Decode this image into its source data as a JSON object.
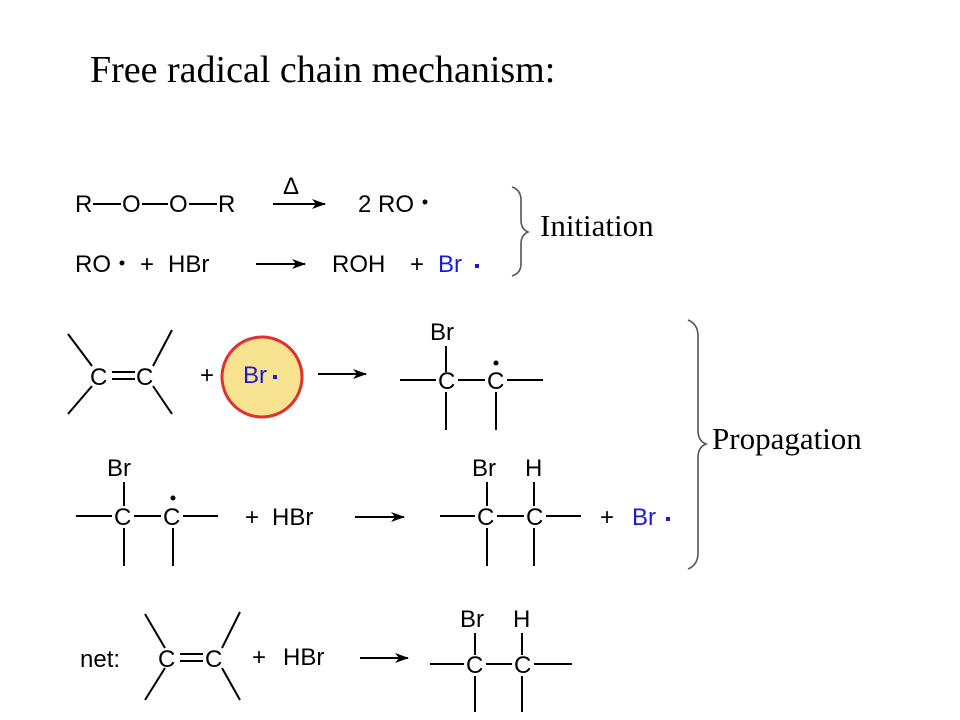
{
  "title": "Free radical chain mechanism:",
  "colors": {
    "text": "#000000",
    "radical_blue": "#1a1ad8",
    "highlight_fill": "#f7e38f",
    "highlight_stroke": "#e03030"
  },
  "labels": {
    "initiation": "Initiation",
    "propagation": "Propagation"
  },
  "initiation": {
    "step1": {
      "r1": "R",
      "o1": "O",
      "o2": "O",
      "r2": "R",
      "heat": "Δ",
      "product": "2 RO"
    },
    "step2": {
      "reactant": "RO",
      "plus1": "+",
      "hbr": "HBr",
      "product1": "ROH",
      "plus2": "+",
      "product2": "Br"
    }
  },
  "propagation": {
    "step1": {
      "c1": "C",
      "c2": "C",
      "plus": "+",
      "radical": "Br",
      "prod_br": "Br",
      "prod_c1": "C",
      "prod_c2": "C"
    },
    "step2": {
      "br": "Br",
      "c1": "C",
      "c2": "C",
      "plus1": "+",
      "hbr": "HBr",
      "prod_br": "Br",
      "prod_h": "H",
      "prod_c1": "C",
      "prod_c2": "C",
      "plus2": "+",
      "radical": "Br"
    }
  },
  "net": {
    "label": "net:",
    "c1": "C",
    "c2": "C",
    "plus": "+",
    "hbr": "HBr",
    "prod_br": "Br",
    "prod_h": "H",
    "prod_c1": "C",
    "prod_c2": "C"
  }
}
